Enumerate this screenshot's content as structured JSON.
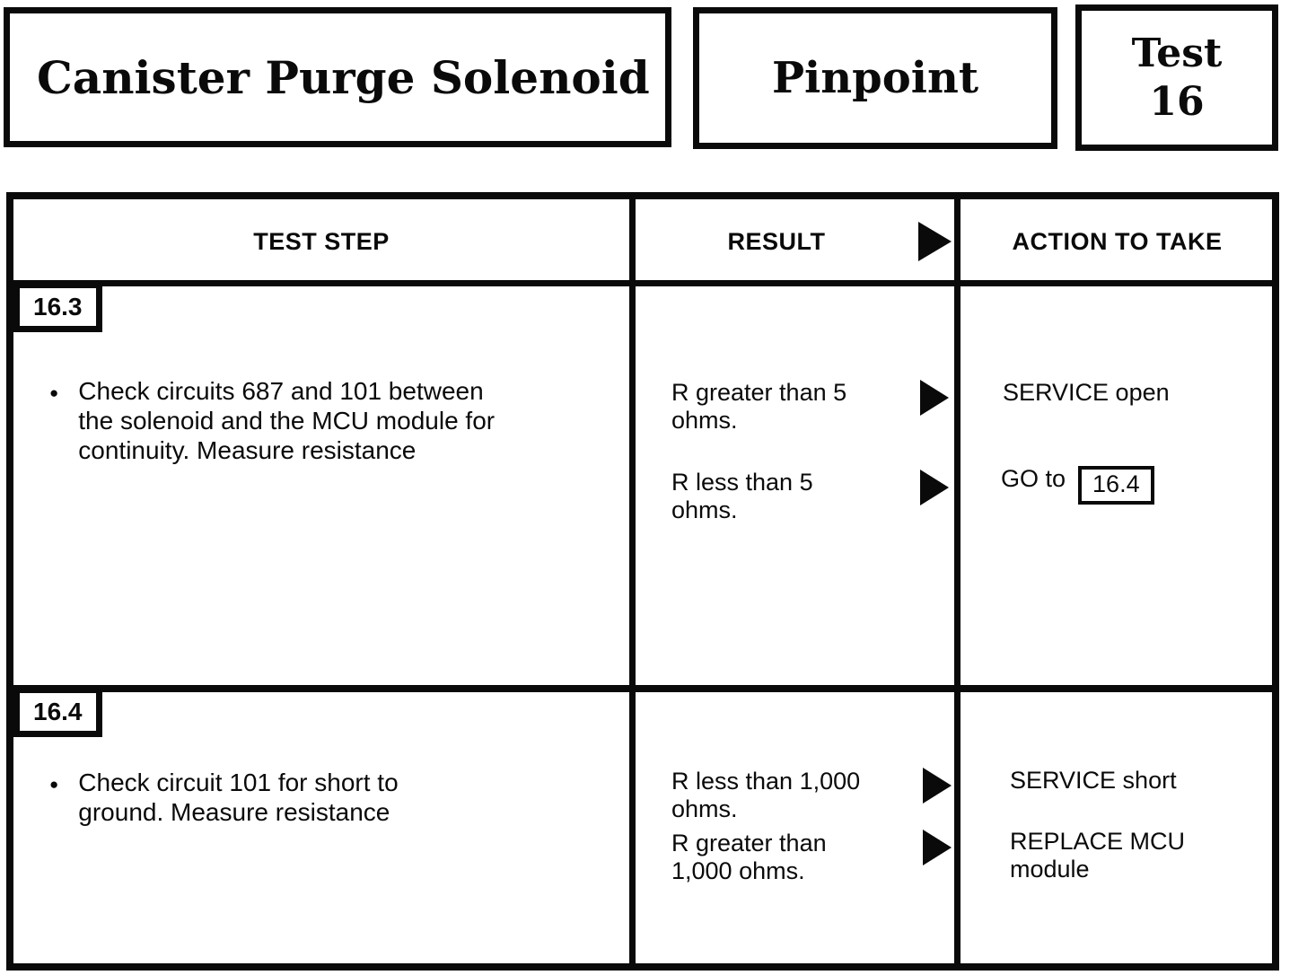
{
  "colors": {
    "ink": "#0a0a0a",
    "paper": "#ffffff"
  },
  "header": {
    "title": "Canister Purge Solenoid",
    "mode": "Pinpoint",
    "test_word": "Test",
    "test_number": "16"
  },
  "table": {
    "columns": {
      "test_step": "TEST STEP",
      "result": "RESULT",
      "action": "ACTION TO TAKE"
    },
    "bullet_glyph": "●",
    "rows": [
      {
        "step_id": "16.3",
        "step_text": "Check circuits 687 and 101 between\nthe solenoid and the MCU module for\ncontinuity. Measure resistance",
        "outcomes": [
          {
            "result": "R greater than 5\nohms.",
            "action": "SERVICE open"
          },
          {
            "result": "R less than 5\nohms.",
            "action_prefix": "GO to",
            "action_ref": "16.4"
          }
        ]
      },
      {
        "step_id": "16.4",
        "step_text": "Check circuit 101 for short to\nground. Measure resistance",
        "outcomes": [
          {
            "result": "R less than 1,000\nohms.",
            "action": "SERVICE short"
          },
          {
            "result": "R greater than\n1,000 ohms.",
            "action": "REPLACE MCU\nmodule"
          }
        ]
      }
    ]
  }
}
